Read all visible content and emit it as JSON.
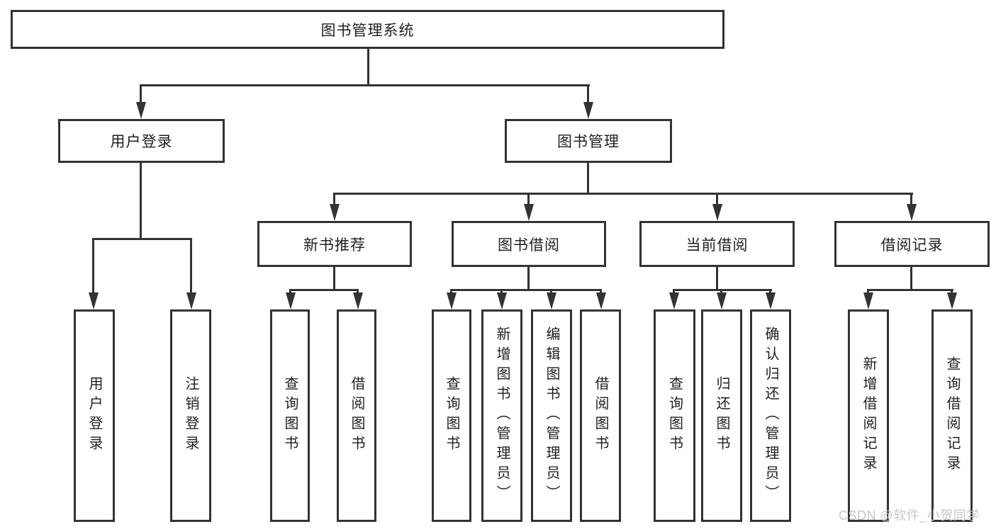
{
  "diagram_title": "图书管理系统",
  "nodes": {
    "root": "图书管理系统",
    "user_login": "用户登录",
    "book_mgmt": "图书管理",
    "new_book_rec": "新书推荐",
    "book_borrow": "图书借阅",
    "current_borrow": "当前借阅",
    "borrow_records": "借阅记录",
    "ul_user_login": "用户登录",
    "ul_logout": "注销登录",
    "nb_query_book": "查询图书",
    "nb_borrow_book": "借阅图书",
    "bb_query_book": "查询图书",
    "bb_add_book": "新增图书（管理员）",
    "bb_edit_book": "编辑图书（管理员）",
    "bb_borrow_book": "借阅图书",
    "cb_query_book": "查询图书",
    "cb_return_book": "归还图书",
    "cb_confirm_return": "确认归还（管理员）",
    "br_add_record": "新增借阅记录",
    "br_query_record": "查询借阅记录"
  },
  "edges": [
    "root->用户登录",
    "root->图书管理",
    "用户登录->用户登录",
    "用户登录->注销登录",
    "图书管理->新书推荐",
    "图书管理->图书借阅",
    "图书管理->当前借阅",
    "图书管理->借阅记录",
    "新书推荐->查询图书",
    "新书推荐->借阅图书",
    "图书借阅->查询图书",
    "图书借阅->新增图书（管理员）",
    "图书借阅->编辑图书（管理员）",
    "图书借阅->借阅图书",
    "当前借阅->查询图书",
    "当前借阅->归还图书",
    "当前借阅->确认归还（管理员）",
    "借阅记录->新增借阅记录",
    "借阅记录->查询借阅记录"
  ],
  "watermark": "CSDN @软件_小贺同学",
  "colors": {
    "line": "#333333",
    "text": "#1f1f1f",
    "background": "#ffffff",
    "watermark": "#c7c7c7"
  }
}
